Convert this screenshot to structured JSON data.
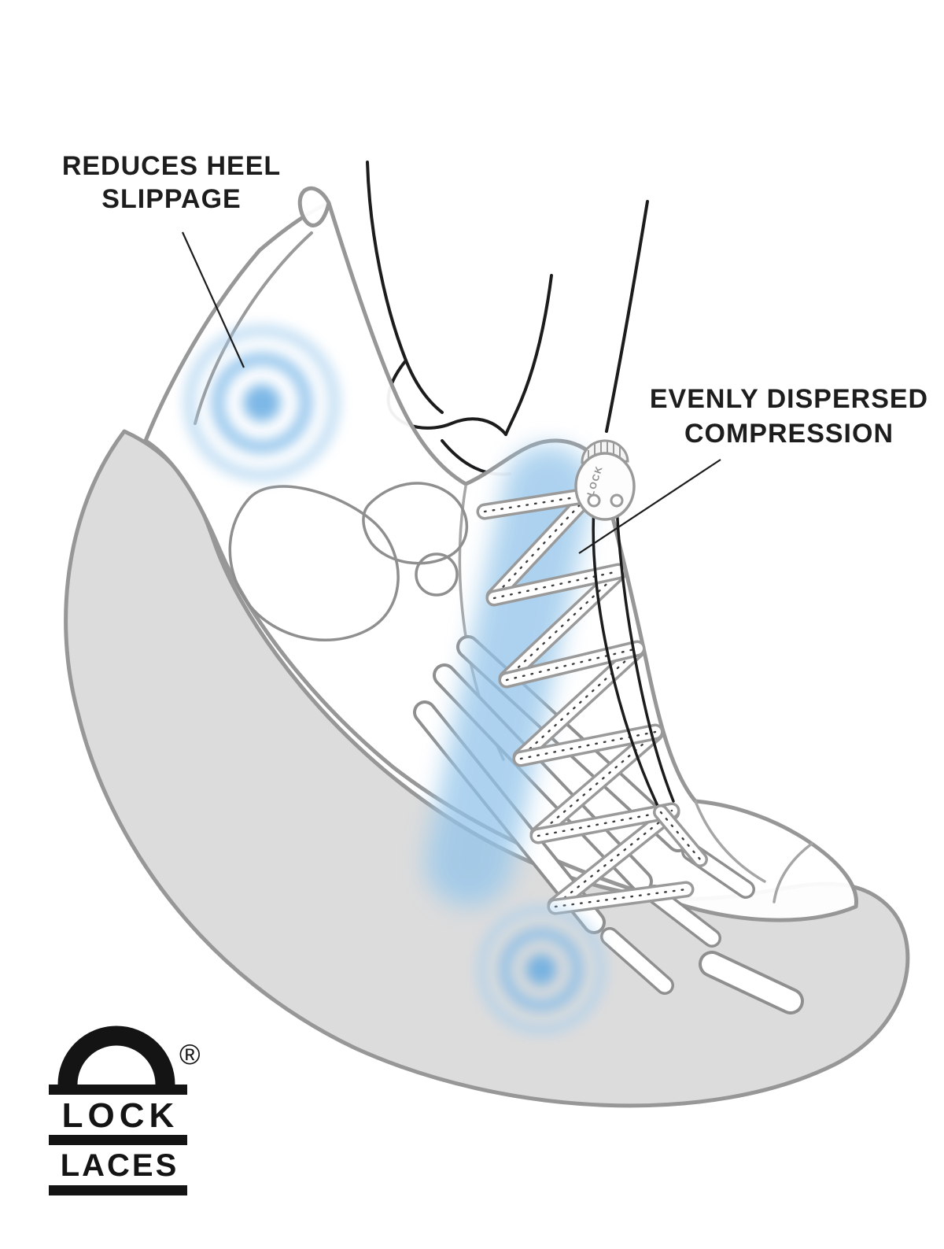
{
  "annotations": {
    "heel": {
      "line1": "REDUCES HEEL",
      "line2": "SLIPPAGE"
    },
    "compression": {
      "line1": "EVENLY DISPERSED",
      "line2": "COMPRESSION"
    }
  },
  "device": {
    "label": "LOCK"
  },
  "logo": {
    "word1": "LOCK",
    "word2": "LACES",
    "registered": "®"
  },
  "colors": {
    "highlight_blue": "#7db6e6",
    "stripe_blue": "#9ecbec",
    "shoe_outline_gray": "#979797",
    "sole_fill_gray": "#dcdcdc",
    "line_black": "#1c1c1c"
  }
}
